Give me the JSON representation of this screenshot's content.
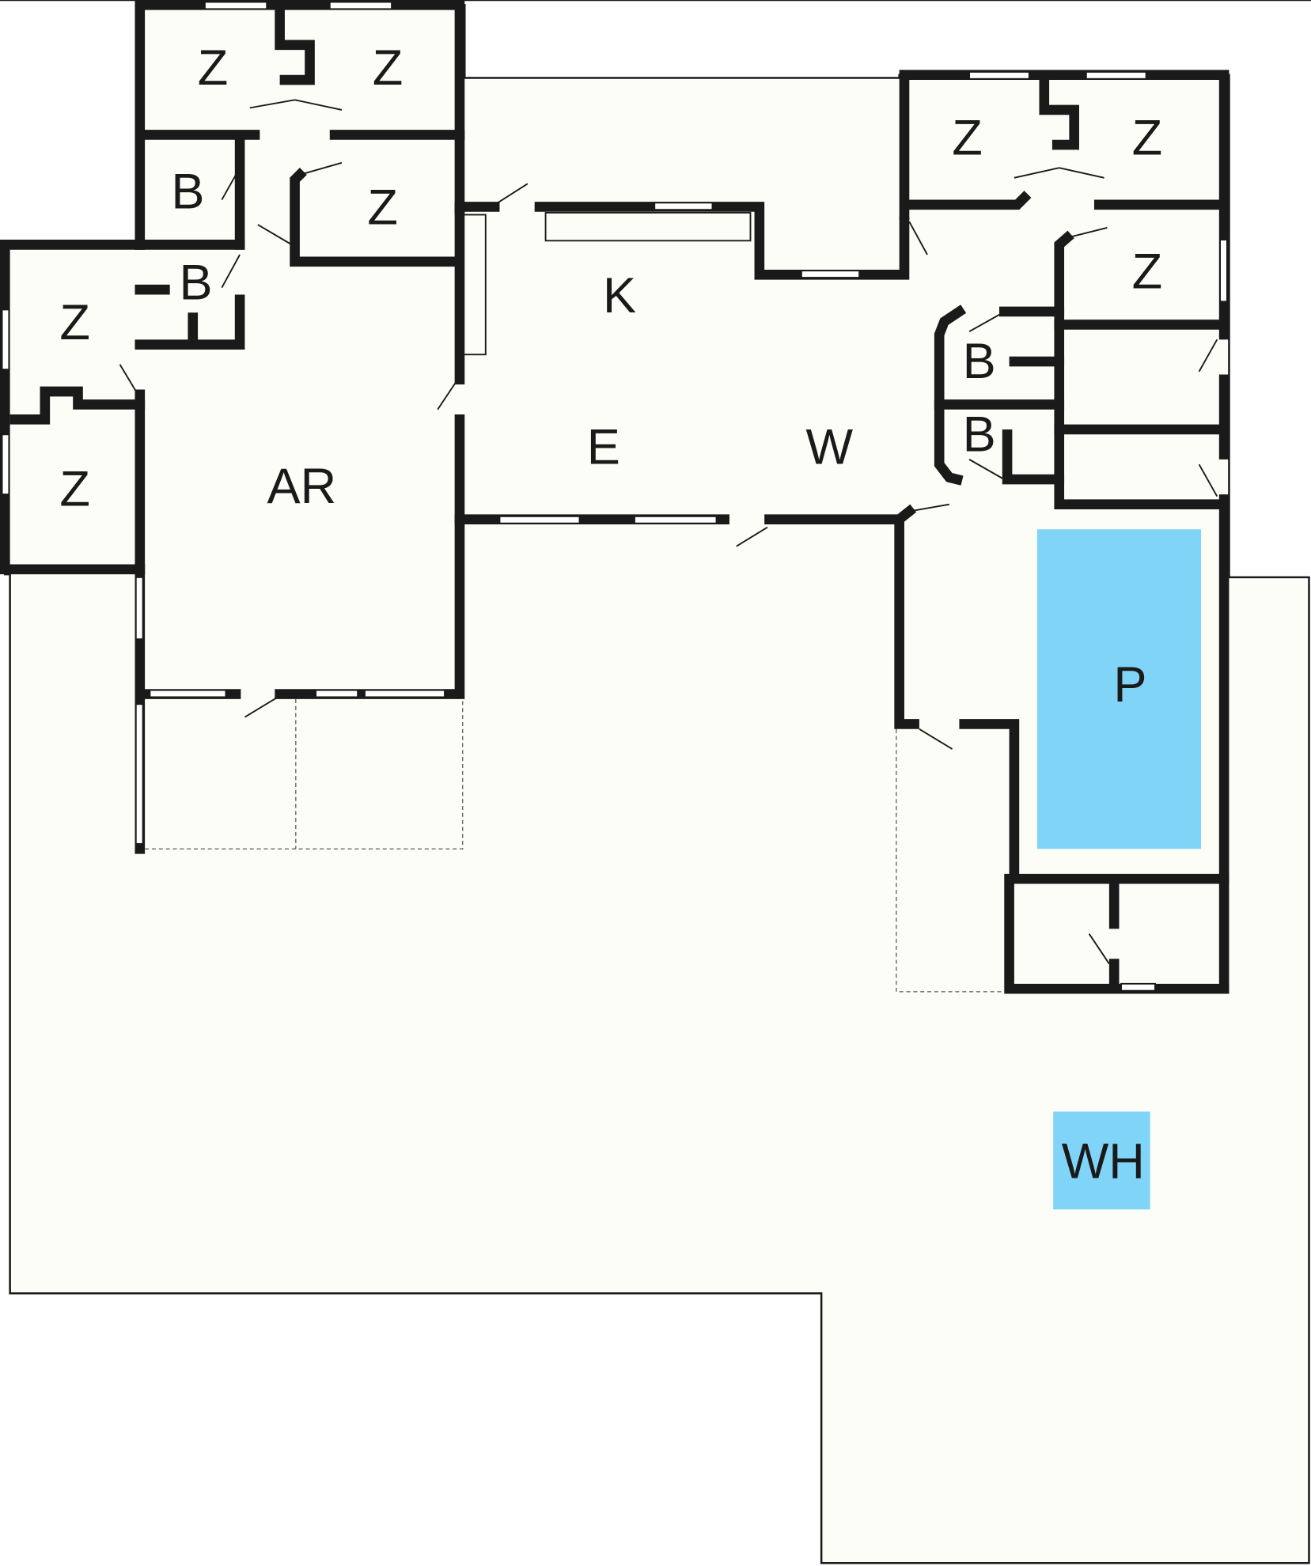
{
  "colors": {
    "background": "#fdfdf8",
    "wall": "#1a1a1a",
    "water": "#80d4f7"
  },
  "rooms": {
    "bedroom_1": "Z",
    "bedroom_2": "Z",
    "bedroom_3": "Z",
    "bedroom_4": "Z",
    "bedroom_5": "Z",
    "bedroom_6": "Z",
    "bedroom_7": "Z",
    "bedroom_8": "Z",
    "bath_1": "B",
    "bath_2": "B",
    "bath_3": "B",
    "bath_4": "B",
    "kitchen": "K",
    "dining": "E",
    "living": "W",
    "workroom": "AR",
    "pool": "P",
    "whirlpool": "WH"
  }
}
